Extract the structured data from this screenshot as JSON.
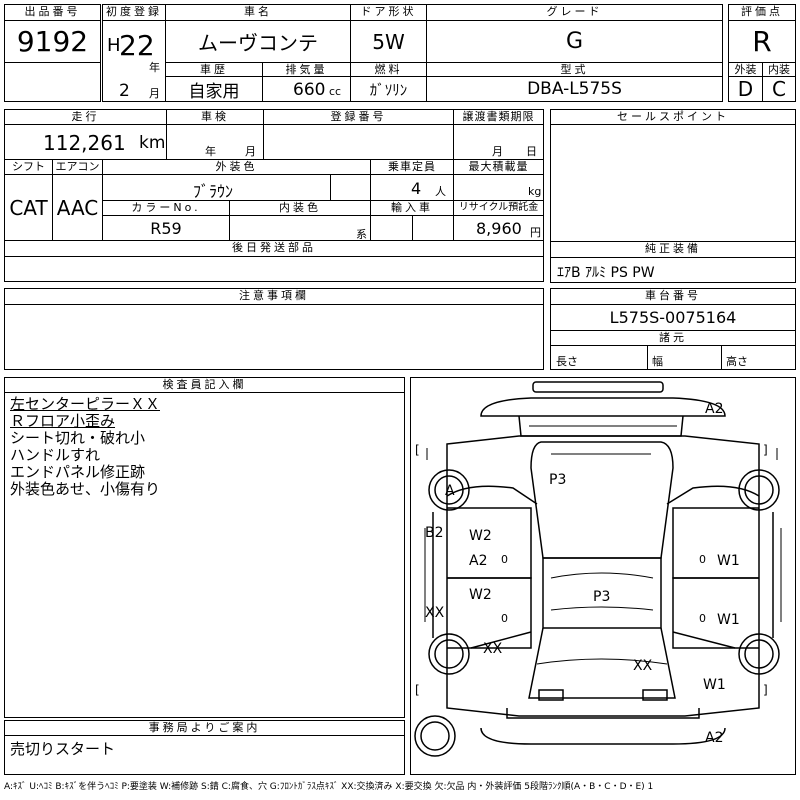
{
  "header": {
    "lot_label": "出品番号",
    "lot_no": "9192",
    "first_reg_label": "初度登録",
    "era": "H",
    "year": "22",
    "year_unit": "年",
    "month": "2",
    "month_unit": "月",
    "name_label": "車名",
    "name": "ムーヴコンテ",
    "door_label": "ドア形状",
    "door": "5W",
    "grade_label": "グレード",
    "grade": "G",
    "score_label": "評価点",
    "score": "R",
    "history_label": "車歴",
    "history": "自家用",
    "disp_label": "排気量",
    "disp": "660",
    "disp_unit": "cc",
    "fuel_label": "燃料",
    "fuel": "ｶﾞｿﾘﾝ",
    "model_label": "型式",
    "model": "DBA-L575S",
    "ext_label": "外装",
    "ext": "D",
    "int_label": "内装",
    "int": "C"
  },
  "row2": {
    "mileage_label": "走行",
    "mileage": "112,261",
    "mileage_unit": "km",
    "inspection_label": "車検",
    "insp_year_unit": "年",
    "insp_month_unit": "月",
    "reg_no_label": "登録番号",
    "transfer_label": "譲渡書類期限",
    "transfer_month_unit": "月",
    "transfer_day_unit": "日",
    "shift_label": "シフト",
    "shift": "CAT",
    "ac_label": "エアコン",
    "ac": "AAC",
    "color_label": "外装色",
    "color": "ﾌﾞﾗｳﾝ",
    "capacity_label": "乗車定員",
    "capacity": "4",
    "capacity_unit": "人",
    "load_label": "最大積載量",
    "load_unit": "kg",
    "color_no_label": "カラーNo.",
    "color_no": "R59",
    "int_color_label": "内装色",
    "int_color_unit": "系",
    "import_label": "輸入車",
    "recycle_label": "リサイクル預託金",
    "recycle": "8,960",
    "recycle_unit": "円"
  },
  "sales_points_label": "セールスポイント",
  "later_parts_label": "後日発送部品",
  "equip_label": "純正装備",
  "equip": "ｴｱB ｱﾙﾐ PS PW",
  "notes_label": "注意事項欄",
  "chassis_label": "車台番号",
  "chassis": "L575S-0075164",
  "dims_label": "諸元",
  "length_label": "長さ",
  "width_label": "幅",
  "height_label": "高さ",
  "inspector_label": "検査員記入欄",
  "inspector_notes": [
    "左センターピラーＸＸ",
    "Ｒフロア小歪み",
    "シート切れ・破れ小",
    "ハンドルすれ",
    "エンドパネル修正跡",
    "外装色あせ、小傷有り"
  ],
  "office_label": "事務局よりご案内",
  "office_note": "売切りスタート",
  "damage": {
    "a2_top": "A2",
    "a_left_wheel": "A",
    "p3_roof": "P3",
    "b2_left": "B2",
    "w2_fl": "W2",
    "a2_fl": "A2",
    "zero_fl": "0",
    "zero_fr": "0",
    "w1_fr": "W1",
    "xx_left": "XX",
    "w2_rl": "W2",
    "zero_rl": "0",
    "p3_center": "P3",
    "zero_rr": "0",
    "w1_rr": "W1",
    "xx_rear_left": "XX",
    "xx_rear": "XX",
    "w1_rear_right": "W1",
    "a2_bottom": "A2"
  },
  "legend": "A:ｷｽﾞ U:ﾍｺﾐ B:ｷｽﾞを伴うﾍｺﾐ P:要塗装 W:補修跡 S:錆 C:腐食、穴 G:ﾌﾛﾝﾄｶﾞﾗｽ点ｷｽﾞ XX:交換済み X:要交換 欠:欠品 内・外装評価 5段階ﾗﾝｸ順(A・B・C・D・E) 1"
}
